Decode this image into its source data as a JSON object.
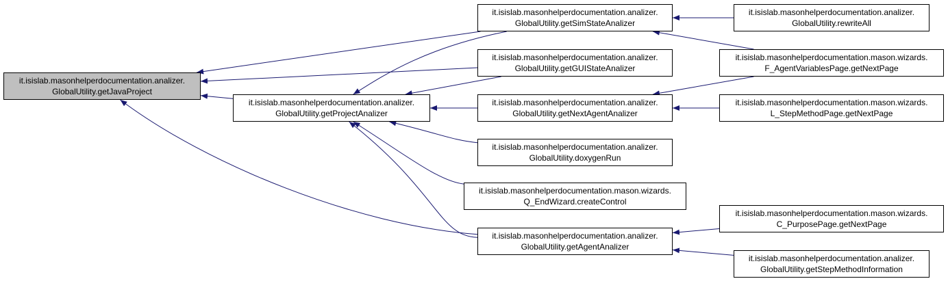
{
  "diagram": {
    "edge_color": "#191970",
    "root_fill": "#bfbfbf",
    "node_fill": "#ffffff",
    "nodes": [
      {
        "id": "getJavaProject",
        "line1": "it.isislab.masonhelperdocumentation.analizer.",
        "line2": "GlobalUtility.getJavaProject",
        "root": true
      },
      {
        "id": "getProjectAnalizer",
        "line1": "it.isislab.masonhelperdocumentation.analizer.",
        "line2": "GlobalUtility.getProjectAnalizer"
      },
      {
        "id": "getSimStateAnalizer",
        "line1": "it.isislab.masonhelperdocumentation.analizer.",
        "line2": "GlobalUtility.getSimStateAnalizer"
      },
      {
        "id": "getGUIStateAnalizer",
        "line1": "it.isislab.masonhelperdocumentation.analizer.",
        "line2": "GlobalUtility.getGUIStateAnalizer"
      },
      {
        "id": "getNextAgentAnalizer",
        "line1": "it.isislab.masonhelperdocumentation.analizer.",
        "line2": "GlobalUtility.getNextAgentAnalizer"
      },
      {
        "id": "doxygenRun",
        "line1": "it.isislab.masonhelperdocumentation.analizer.",
        "line2": "GlobalUtility.doxygenRun"
      },
      {
        "id": "createControl",
        "line1": "it.isislab.masonhelperdocumentation.mason.wizards.",
        "line2": "Q_EndWizard.createControl"
      },
      {
        "id": "getAgentAnalizer",
        "line1": "it.isislab.masonhelperdocumentation.analizer.",
        "line2": "GlobalUtility.getAgentAnalizer"
      },
      {
        "id": "rewriteAll",
        "line1": "it.isislab.masonhelperdocumentation.analizer.",
        "line2": "GlobalUtility.rewriteAll"
      },
      {
        "id": "F_getNextPage",
        "line1": "it.isislab.masonhelperdocumentation.mason.wizards.",
        "line2": "F_AgentVariablesPage.getNextPage"
      },
      {
        "id": "L_getNextPage",
        "line1": "it.isislab.masonhelperdocumentation.mason.wizards.",
        "line2": "L_StepMethodPage.getNextPage"
      },
      {
        "id": "C_getNextPage",
        "line1": "it.isislab.masonhelperdocumentation.mason.wizards.",
        "line2": "C_PurposePage.getNextPage"
      },
      {
        "id": "getStepMethodInformation",
        "line1": "it.isislab.masonhelperdocumentation.analizer.",
        "line2": "GlobalUtility.getStepMethodInformation"
      }
    ],
    "edges": [
      {
        "from": "getSimStateAnalizer",
        "to": "getJavaProject"
      },
      {
        "from": "getGUIStateAnalizer",
        "to": "getJavaProject"
      },
      {
        "from": "getProjectAnalizer",
        "to": "getJavaProject"
      },
      {
        "from": "getAgentAnalizer",
        "to": "getJavaProject"
      },
      {
        "from": "getSimStateAnalizer",
        "to": "getProjectAnalizer"
      },
      {
        "from": "getGUIStateAnalizer",
        "to": "getProjectAnalizer"
      },
      {
        "from": "getNextAgentAnalizer",
        "to": "getProjectAnalizer"
      },
      {
        "from": "doxygenRun",
        "to": "getProjectAnalizer"
      },
      {
        "from": "createControl",
        "to": "getProjectAnalizer"
      },
      {
        "from": "getAgentAnalizer",
        "to": "getProjectAnalizer"
      },
      {
        "from": "rewriteAll",
        "to": "getSimStateAnalizer"
      },
      {
        "from": "F_getNextPage",
        "to": "getSimStateAnalizer"
      },
      {
        "from": "F_getNextPage",
        "to": "getNextAgentAnalizer"
      },
      {
        "from": "L_getNextPage",
        "to": "getNextAgentAnalizer"
      },
      {
        "from": "C_getNextPage",
        "to": "getAgentAnalizer"
      },
      {
        "from": "getStepMethodInformation",
        "to": "getAgentAnalizer"
      }
    ]
  }
}
